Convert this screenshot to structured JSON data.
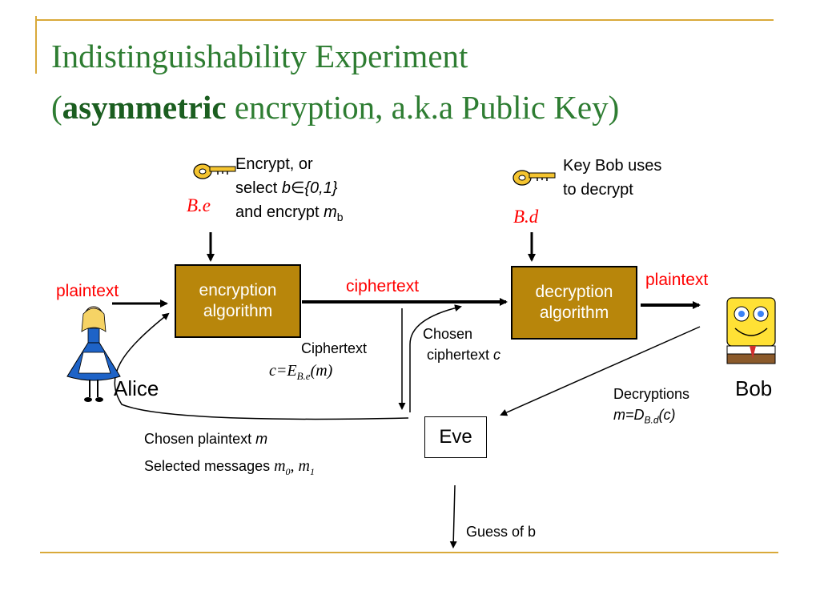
{
  "title": {
    "line1": "Indistinguishability Experiment",
    "line2_open": "(",
    "line2_bold": "asymmetric",
    "line2_rest": " encryption, a.k.a Public Key)"
  },
  "keys": {
    "enc_key_label": "B.e",
    "dec_key_label": "B.d"
  },
  "notes": {
    "encrypt_line1": "Encrypt, or",
    "encrypt_line2_pre": "select ",
    "encrypt_line2_var": "b",
    "encrypt_line2_sym": "∈",
    "encrypt_line2_set": "{0,1}",
    "encrypt_line3_pre": "and encrypt ",
    "encrypt_line3_var": "m",
    "encrypt_line3_sub": "b",
    "bob_key_line1": "Key Bob uses",
    "bob_key_line2": "to decrypt"
  },
  "boxes": {
    "enc_line1": "encryption",
    "enc_line2": "algorithm",
    "dec_line1": "decryption",
    "dec_line2": "algorithm",
    "eve": "Eve"
  },
  "flow": {
    "plaintext_left": "plaintext",
    "ciphertext": "ciphertext",
    "plaintext_right": "plaintext"
  },
  "people": {
    "alice": "Alice",
    "bob": "Bob"
  },
  "eve_io": {
    "ciphertext_label": "Ciphertext",
    "ciphertext_formula_c": "c",
    "ciphertext_formula_E": "=E",
    "ciphertext_formula_sub": "B.e",
    "ciphertext_formula_m": "(m)",
    "chosen_line1": "Chosen",
    "chosen_line2": "ciphertext ",
    "chosen_var": "c",
    "decryptions_label": "Decryptions",
    "decryptions_formula": "m=D",
    "decryptions_sub": "B.d",
    "decryptions_arg": "(c)",
    "chosen_plaintext": "Chosen plaintext ",
    "chosen_plaintext_var": "m",
    "selected_messages": "Selected messages ",
    "m0": "m",
    "m0_sub": "0",
    "comma": ", ",
    "m1": "m",
    "m1_sub": "1",
    "guess": "Guess of b"
  },
  "colors": {
    "title": "#2e7d32",
    "box_fill": "#b8860b",
    "accent_red": "#ff0000",
    "rule": "#d9a93a"
  }
}
